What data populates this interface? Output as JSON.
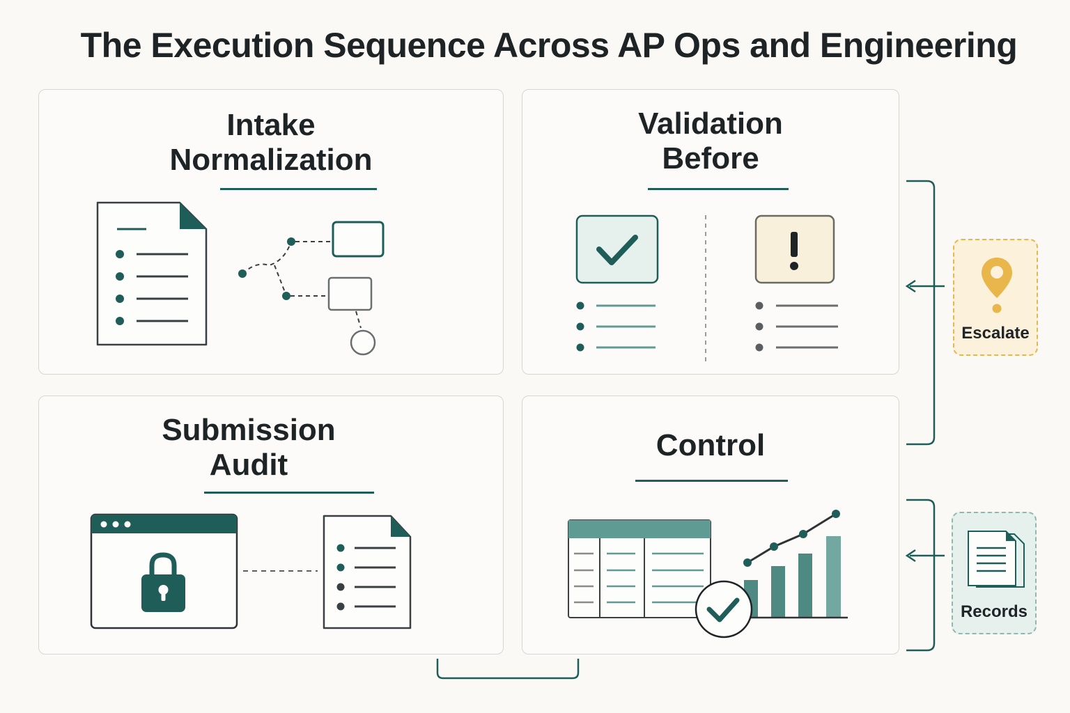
{
  "title": "The Execution Sequence Across AP Ops and Engineering",
  "panels": {
    "intake": {
      "line1": "Intake",
      "line2": "Normalization"
    },
    "validation": {
      "line1": "Validation",
      "line2": "Before"
    },
    "submission": {
      "line1": "Submission",
      "line2": "Audit"
    },
    "control": {
      "line1": "Control"
    }
  },
  "side_cards": {
    "escalate": {
      "label": "Escalate",
      "icon": "location-pin-icon"
    },
    "records": {
      "label": "Records",
      "icon": "documents-icon"
    }
  },
  "colors": {
    "accent": "#1f5d59",
    "teal_light": "#5f9b92",
    "warning": "#e8b64a",
    "background": "#faf9f5"
  }
}
